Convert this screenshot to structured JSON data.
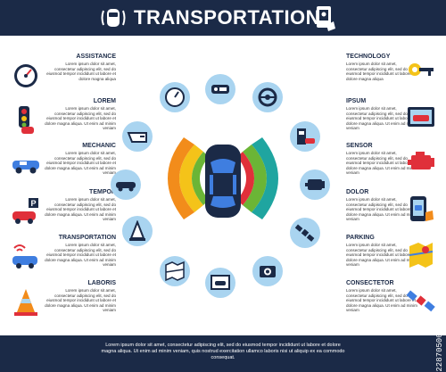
{
  "header": {
    "title": "TRANSPORTATION"
  },
  "left_items": [
    {
      "title": "ASSISTANCE",
      "text": "Lorem ipsum dolor sit amet, consectetur adipiscing elit, sed do eiusmod tempor incididunt ut labore et dolore magna aliqua",
      "icon": "speedometer-icon"
    },
    {
      "title": "LOREM",
      "text": "Lorem ipsum dolor sit amet, consectetur adipiscing elit, sed do eiusmod tempor incididunt ut labore et dolore magna aliqua. Ut enim ad minim veniam",
      "icon": "traffic-light-car-icon"
    },
    {
      "title": "MECHANIC",
      "text": "Lorem ipsum dolor sit amet, consectetur adipiscing elit, sed do eiusmod tempor incididunt ut labore et dolore magna aliqua. Ut enim ad minim veniam",
      "icon": "car-side-icon"
    },
    {
      "title": "TEMPOR",
      "text": "Lorem ipsum dolor sit amet, consectetur adipiscing elit, sed do eiusmod tempor incididunt ut labore et dolore magna aliqua. Ut enim ad minim veniam",
      "icon": "parking-car-icon"
    },
    {
      "title": "TRANSPORTATION",
      "text": "Lorem ipsum dolor sit amet, consectetur adipiscing elit, sed do eiusmod tempor incididunt ut labore et dolore magna aliqua. Ut enim ad minim veniam",
      "icon": "wifi-car-icon"
    },
    {
      "title": "LABORIS",
      "text": "Lorem ipsum dolor sit amet, consectetur adipiscing elit, sed do eiusmod tempor incididunt ut labore et dolore magna aliqua. Ut enim ad minim veniam",
      "icon": "traffic-cone-icon"
    }
  ],
  "right_items": [
    {
      "title": "TECHNOLOGY",
      "text": "Lorem ipsum dolor sit amet, consectetur adipiscing elit, sed do eiusmod tempor incididunt ut labore et dolore magna aliqua",
      "icon": "car-key-icon"
    },
    {
      "title": "IPSUM",
      "text": "Lorem ipsum dolor sit amet, consectetur adipiscing elit, sed do eiusmod tempor incididunt ut labore et dolore magna aliqua. Ut enim ad minim veniam",
      "icon": "car-screen-icon"
    },
    {
      "title": "SENSOR",
      "text": "Lorem ipsum dolor sit amet, consectetur adipiscing elit, sed do eiusmod tempor incididunt ut labore et dolore magna aliqua. Ut enim ad minim veniam",
      "icon": "engine-icon"
    },
    {
      "title": "DOLOR",
      "text": "Lorem ipsum dolor sit amet, consectetur adipiscing elit, sed do eiusmod tempor incididunt ut labore et dolore magna aliqua. Ut enim ad minim veniam",
      "icon": "phone-car-icon"
    },
    {
      "title": "PARKING",
      "text": "Lorem ipsum dolor sit amet, consectetur adipiscing elit, sed do eiusmod tempor incididunt ut labore et dolore magna aliqua. Ut enim ad minim veniam",
      "icon": "map-pin-icon"
    },
    {
      "title": "CONSECTETOR",
      "text": "Lorem ipsum dolor sit amet, consectetur adipiscing elit, sed do eiusmod tempor incididunt ut labore et dolore magna aliqua. Ut enim ad minim veniam",
      "icon": "satellite-icon"
    }
  ],
  "footer": {
    "text": "Lorem ipsum dolor sit amet, consectetur adipiscing elit, sed do eiusmod tempor incididunt ut labore et dolore magna aliqua. Ut enim ad minim veniam, quis nostrud exercitation ullamco laboris nisi ut aliquip ex ea commodo consequat."
  },
  "watermark": {
    "text": "228705007"
  },
  "colors": {
    "navy": "#1b2a47",
    "circle": "#a9d4f0",
    "red": "#e0303a",
    "green": "#6bb536",
    "yellow": "#f4c319",
    "orange": "#f28c1b",
    "teal": "#1fa5a0"
  }
}
